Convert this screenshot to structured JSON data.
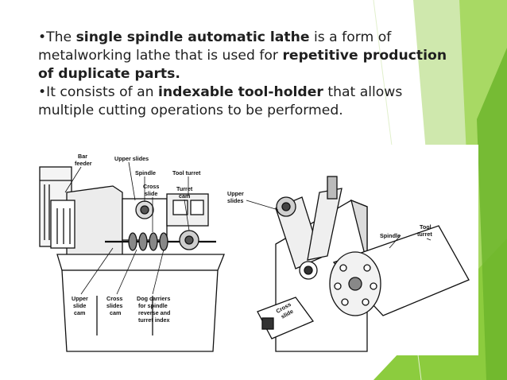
{
  "bullets": [
    {
      "lead": "•The ",
      "b1": "single spindle automatic lathe",
      "mid": " is a form of metalworking lathe that is used for ",
      "b2": "repetitive production of duplicate parts."
    },
    {
      "lead": "•It consists of an ",
      "b1": "indexable tool-holder",
      "mid": " that allows multiple cutting operations to be performed."
    }
  ],
  "left_figure": {
    "bar_feeder": [
      "Bar",
      "feeder"
    ],
    "upper_slides": "Upper slides",
    "spindle": "Spindle",
    "tool_turret": "Tool turret",
    "cross_slide": [
      "Cross",
      "slide"
    ],
    "turret_cam": [
      "Turret",
      "cam"
    ],
    "upper_slide_cam": [
      "Upper",
      "slide",
      "cam"
    ],
    "cross_slides_cam": [
      "Cross",
      "slides",
      "cam"
    ],
    "dog_carriers": [
      "Dog carriers",
      "for spindle",
      "reverse and",
      "turret index"
    ]
  },
  "right_figure": {
    "upper_slides": [
      "Upper",
      "slides"
    ],
    "spindle": "Spindle",
    "tool_turret": [
      "Tool",
      "turret"
    ],
    "cross_slide": [
      "Cross",
      "slide"
    ]
  },
  "colors": {
    "green_light": "#c6e4a0",
    "green_mid": "#9fd45a",
    "green_dark": "#6cb62a",
    "text": "#1f1f1f"
  }
}
